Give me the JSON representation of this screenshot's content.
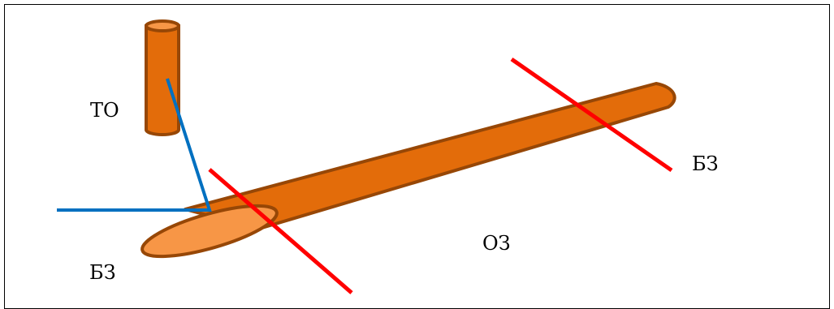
{
  "labels": {
    "to": "ТО",
    "bz_right": "БЗ",
    "oz": "ОЗ",
    "bz_left": "БЗ"
  },
  "colors": {
    "tube_fill": "#e36c0a",
    "tube_stroke": "#974706",
    "tube_opening": "#f79646",
    "red_line": "#ff0000",
    "blue_line": "#0070c0",
    "text": "#000000"
  },
  "icons": {
    "vertical_cylinder": "vertical-tube",
    "horizontal_cylinder": "long-tube"
  }
}
